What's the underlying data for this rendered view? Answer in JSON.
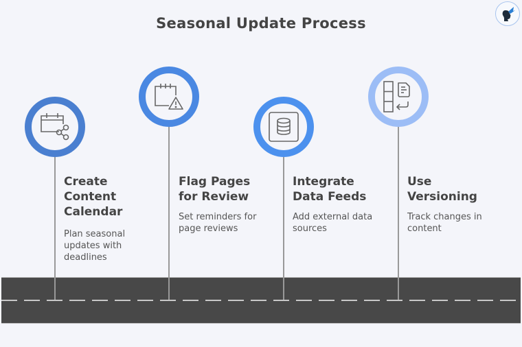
{
  "title": "Seasonal Update Process",
  "logo": {
    "icon": "profile-butterfly-logo-icon"
  },
  "colors": {
    "background": "#f4f5fa",
    "road": "#484848",
    "road_dash": "#c8c8c8",
    "text": "#444444",
    "circle_1": "#4a7fd0",
    "circle_2": "#4a88e2",
    "circle_3": "#4c91ee",
    "circle_4": "#9cbdf6"
  },
  "steps": [
    {
      "title_lines": [
        "Create",
        "Content",
        "Calendar"
      ],
      "description_lines": [
        "Plan seasonal",
        "updates with",
        "deadlines"
      ],
      "icon": "calendar-share-icon"
    },
    {
      "title_lines": [
        "Flag Pages",
        "for Review"
      ],
      "description_lines": [
        "Set reminders for",
        "page reviews"
      ],
      "icon": "calendar-warning-icon"
    },
    {
      "title_lines": [
        "Integrate",
        "Data Feeds"
      ],
      "description_lines": [
        "Add external data",
        "sources"
      ],
      "icon": "database-icon"
    },
    {
      "title_lines": [
        "Use",
        "Versioning"
      ],
      "description_lines": [
        "Track changes in",
        "content"
      ],
      "icon": "version-document-icon"
    }
  ]
}
